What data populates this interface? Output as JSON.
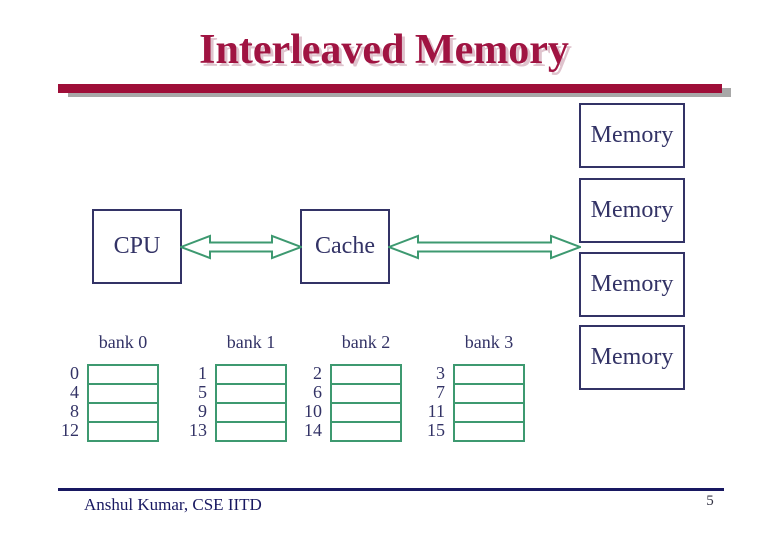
{
  "slide": {
    "title": "Interleaved Memory",
    "footer": "Anshul Kumar, CSE IITD",
    "page_number": "5"
  },
  "diagram": {
    "cpu_label": "CPU",
    "cache_label": "Cache",
    "memory_boxes": [
      "Memory",
      "Memory",
      "Memory",
      "Memory"
    ],
    "banks": [
      {
        "label": "bank 0",
        "addresses": [
          "0",
          "4",
          "8",
          "12"
        ]
      },
      {
        "label": "bank 1",
        "addresses": [
          "1",
          "5",
          "9",
          "13"
        ]
      },
      {
        "label": "bank 2",
        "addresses": [
          "2",
          "6",
          "10",
          "14"
        ]
      },
      {
        "label": "bank 3",
        "addresses": [
          "3",
          "7",
          "11",
          "15"
        ]
      }
    ],
    "arrows": [
      "cpu-cache bidirectional",
      "cache-memory bidirectional"
    ]
  },
  "colors": {
    "title-color": "#A01442",
    "title-shadow": "#DFC3CD",
    "bar-color": "#9E0E38",
    "bar-shadow": "#A8A8A8",
    "navy": "#333366",
    "green": "#3D9970",
    "footer-navy": "#181861",
    "bg": "#FFFFFF"
  }
}
